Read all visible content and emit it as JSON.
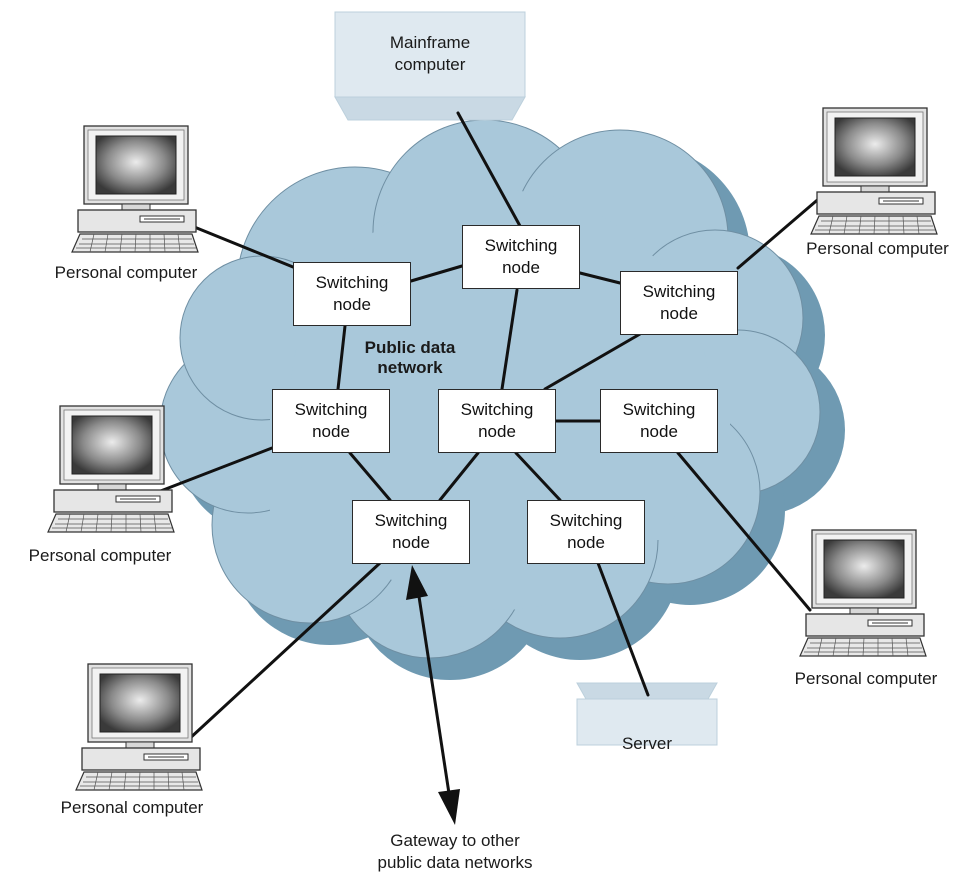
{
  "cloud_label": {
    "line1": "Public data",
    "line2": "network"
  },
  "mainframe": {
    "line1": "Mainframe",
    "line2": "computer"
  },
  "server": {
    "label": "Server"
  },
  "gateway": {
    "line1": "Gateway to other",
    "line2": "public data networks"
  },
  "switching_node": {
    "line1": "Switching",
    "line2": "node"
  },
  "personal_computers": [
    {
      "label": "Personal computer"
    },
    {
      "label": "Personal computer"
    },
    {
      "label": "Personal computer"
    },
    {
      "label": "Personal computer"
    },
    {
      "label": "Personal computer"
    }
  ],
  "colors": {
    "cloud_fill": "#a9c8da",
    "cloud_shadow": "#6f9ab2",
    "box_fill": "#e3ecf2",
    "line": "#111111"
  },
  "icons": [
    "personal-computer-icon",
    "mainframe-box",
    "server-box",
    "cloud-shape",
    "gateway-arrow"
  ]
}
